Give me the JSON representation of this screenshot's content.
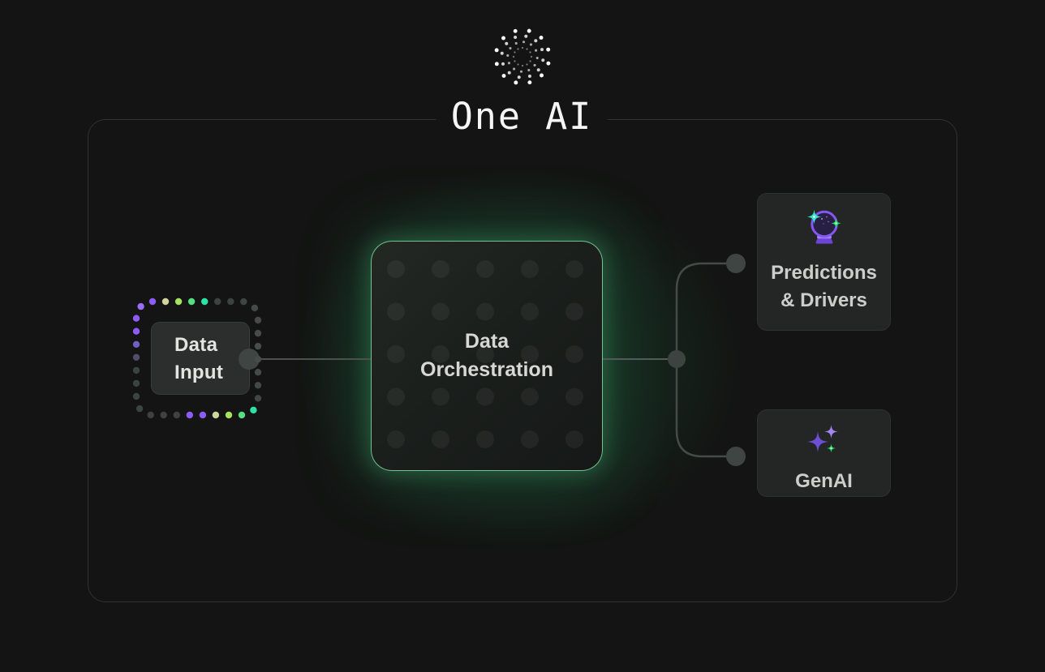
{
  "page": {
    "title": "One AI"
  },
  "logo": {
    "icon": "spiral-dots-logo"
  },
  "colors": {
    "background": "#131413",
    "frame_border": "#2f3331",
    "connector_line": "#4b514d",
    "connector_node": "#3f4542",
    "hub_border_green": "#82dea4",
    "hub_glow_green": "#2da569",
    "accent_purple": "#8b5cf6",
    "accent_green": "#2ee3a1"
  },
  "nodes": {
    "data_input": {
      "line1": "Data",
      "line2": "Input",
      "border_dot_colors": [
        "#8b5cf6",
        "#cfd3a0",
        "#a5e25e",
        "#55de84",
        "#2ee3a1",
        "#3d4341",
        "#3d4341",
        "#3f4543",
        "#444a47",
        "#454b48",
        "#464c49",
        "#474d4a",
        "#464c49",
        "#454b48",
        "#434946",
        "#414744",
        "#2ee3a1",
        "#55de84",
        "#a5e25e",
        "#cfd3a0",
        "#8b5cf6",
        "#8b5cf6",
        "#3d4341",
        "#3d4341",
        "#3d4341",
        "#3d4341",
        "#3d4341",
        "#3d4341",
        "#3d4341",
        "#514c6b",
        "#6f60c4",
        "#8b5cf6",
        "#8b5cf6",
        "#9b6cf6"
      ]
    },
    "data_orchestration": {
      "line1": "Data",
      "line2": "Orchestration",
      "grid_rows": 5,
      "grid_cols": 5
    },
    "predictions": {
      "line1": "Predictions",
      "line2": "& Drivers",
      "icon": "crystal-ball-icon"
    },
    "genai": {
      "label": "GenAI",
      "icon": "sparkles-icon"
    }
  }
}
